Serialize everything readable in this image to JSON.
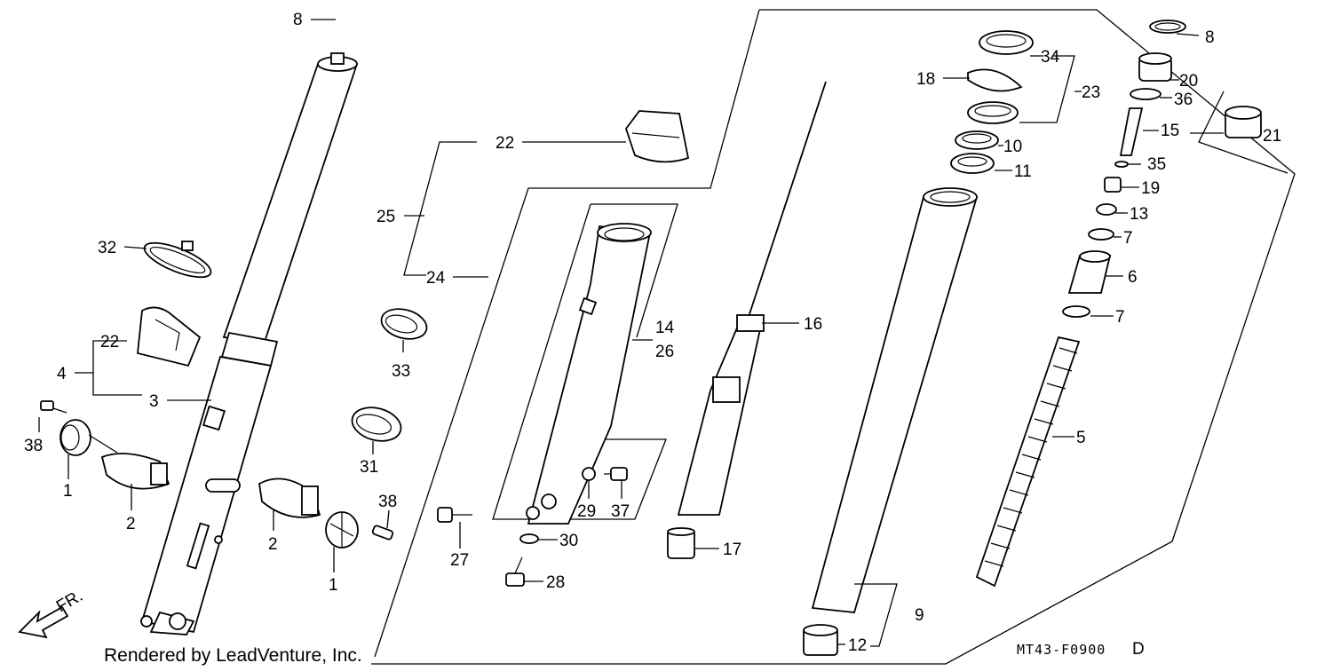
{
  "diagram": {
    "caption": "Rendered by LeadVenture, Inc.",
    "code": "MT43-F0900",
    "code_suffix": "D",
    "direction_label": "FR.",
    "callouts": [
      {
        "id": "c8a",
        "text": "8"
      },
      {
        "id": "c8b",
        "text": "8"
      },
      {
        "id": "c34",
        "text": "34"
      },
      {
        "id": "c18",
        "text": "18"
      },
      {
        "id": "c23",
        "text": "23"
      },
      {
        "id": "c20",
        "text": "20"
      },
      {
        "id": "c36",
        "text": "36"
      },
      {
        "id": "c15",
        "text": "15"
      },
      {
        "id": "c21",
        "text": "21"
      },
      {
        "id": "c10",
        "text": "10"
      },
      {
        "id": "c11",
        "text": "11"
      },
      {
        "id": "c35",
        "text": "35"
      },
      {
        "id": "c19",
        "text": "19"
      },
      {
        "id": "c13",
        "text": "13"
      },
      {
        "id": "c7a",
        "text": "7"
      },
      {
        "id": "c6",
        "text": "6"
      },
      {
        "id": "c7b",
        "text": "7"
      },
      {
        "id": "c5",
        "text": "5"
      },
      {
        "id": "c16",
        "text": "16"
      },
      {
        "id": "c22a",
        "text": "22"
      },
      {
        "id": "c25",
        "text": "25"
      },
      {
        "id": "c24",
        "text": "24"
      },
      {
        "id": "c14",
        "text": "14"
      },
      {
        "id": "c26",
        "text": "26"
      },
      {
        "id": "c32",
        "text": "32"
      },
      {
        "id": "c22b",
        "text": "22"
      },
      {
        "id": "c4",
        "text": "4"
      },
      {
        "id": "c3",
        "text": "3"
      },
      {
        "id": "c33",
        "text": "33"
      },
      {
        "id": "c31",
        "text": "31"
      },
      {
        "id": "c38a",
        "text": "38"
      },
      {
        "id": "c1a",
        "text": "1"
      },
      {
        "id": "c2a",
        "text": "2"
      },
      {
        "id": "c2b",
        "text": "2"
      },
      {
        "id": "c1b",
        "text": "1"
      },
      {
        "id": "c38b",
        "text": "38"
      },
      {
        "id": "c27",
        "text": "27"
      },
      {
        "id": "c29",
        "text": "29"
      },
      {
        "id": "c37",
        "text": "37"
      },
      {
        "id": "c30",
        "text": "30"
      },
      {
        "id": "c28",
        "text": "28"
      },
      {
        "id": "c17",
        "text": "17"
      },
      {
        "id": "c9",
        "text": "9"
      },
      {
        "id": "c12",
        "text": "12"
      }
    ]
  }
}
